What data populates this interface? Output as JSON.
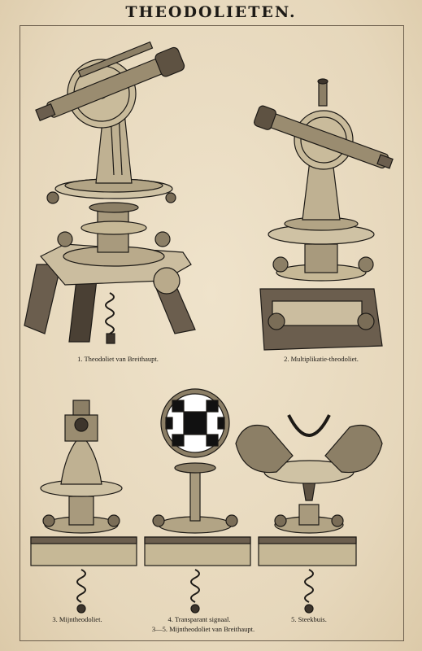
{
  "page": {
    "title": "THEODOLIETEN.",
    "captions": {
      "fig1": "1. Theodoliet van Breithaupt.",
      "fig2": "2. Multiplikatie-theodoliet.",
      "fig3": "3. Mijntheodoliet.",
      "fig4": "4. Transparant signaal.",
      "fig5": "5. Steekbuis.",
      "group": "3—5. Mijntheodoliet van Breithaupt."
    }
  },
  "colors": {
    "paper": "#e9dcc3",
    "ink": "#1d1a16"
  }
}
